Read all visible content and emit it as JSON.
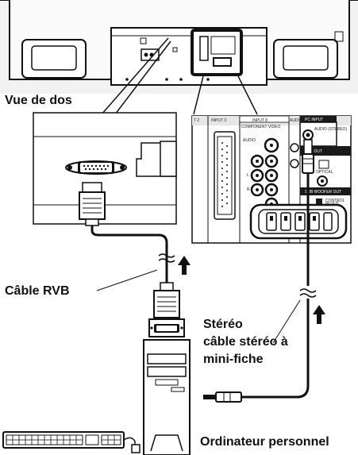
{
  "labels": {
    "rear_view": "Vue de dos",
    "rgb_cable": "Câble RVB",
    "stereo_line1": "Stéréo",
    "stereo_line2": "câble stéréo à",
    "stereo_line3": "mini-fiche",
    "pc": "Ordinateur personnel"
  },
  "panel_labels": {
    "input3": "INPUT 3",
    "input8": "INPUT 8",
    "audio_out": "AUDIO OUT",
    "pc_input": "PC INPUT",
    "component_video": "COMPONENT VIDEO",
    "audio": "AUDIO",
    "audio_stereo": "AUDIO (STEREO)",
    "digital_out": "ITAL OUT",
    "optical": "OPTICAL",
    "sub_woofer_out": "SUB WOOFER OUT",
    "control": "CONTROL",
    "ir_out": "IR OUT",
    "l": "L",
    "r": "R",
    "edge_left": "T 2"
  },
  "colors": {
    "line": "#111111",
    "panel_fill": "#ffffff",
    "panel_shade": "#e6e6e6",
    "dark": "#1a1a1a"
  }
}
